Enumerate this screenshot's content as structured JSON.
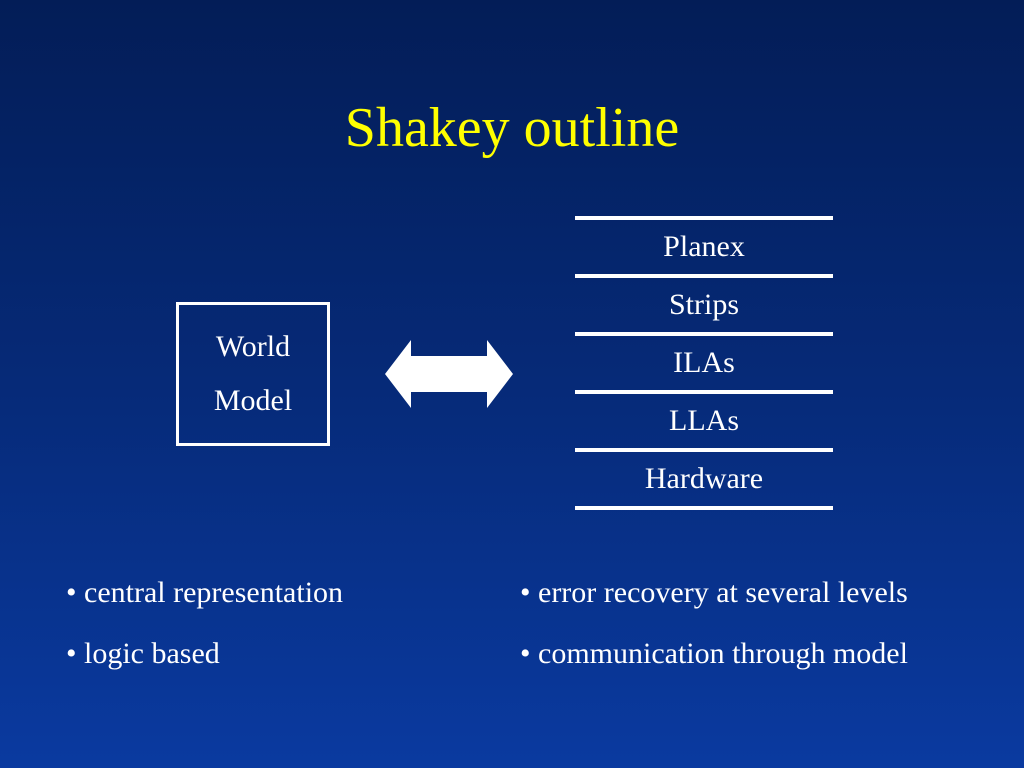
{
  "slide": {
    "title": "Shakey outline",
    "background_color": "#062a78",
    "title_color": "#ffff00",
    "text_color": "#ffffff"
  },
  "world_model": {
    "lines": [
      "World",
      "Model"
    ]
  },
  "connector": {
    "icon": "double-headed-arrow-icon"
  },
  "layer_stack": {
    "layers": [
      "Planex",
      "Strips",
      "ILAs",
      "LLAs",
      "Hardware"
    ]
  },
  "bullets_left": [
    "• central representation",
    "• logic based"
  ],
  "bullets_right": [
    "• error recovery at several levels",
    "• communication through model"
  ]
}
